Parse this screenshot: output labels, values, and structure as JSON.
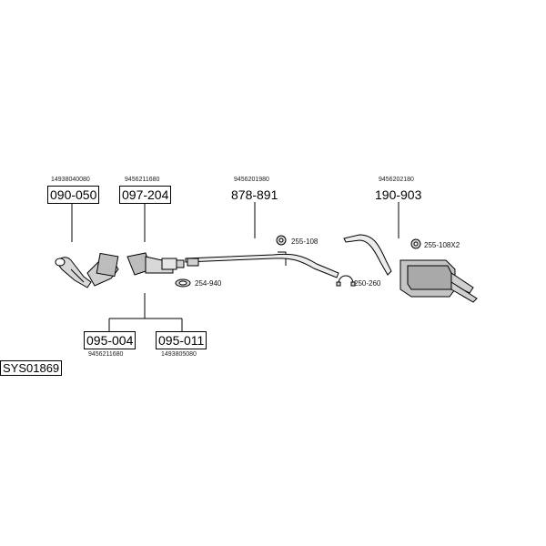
{
  "parts": {
    "p090_050": {
      "code": "090-050",
      "oe": "14938040080"
    },
    "p097_204": {
      "code": "097-204",
      "oe": "9456211680"
    },
    "p878_891": {
      "code": "878-891",
      "oe": "9456201980"
    },
    "p190_903": {
      "code": "190-903",
      "oe": "9456202180"
    },
    "p095_004": {
      "code": "095-004",
      "oe": "9456211680"
    },
    "p095_011": {
      "code": "095-011",
      "oe": "1493805080"
    }
  },
  "small_parts": {
    "s255_108": "255-108",
    "s254_940": "254-940",
    "s250_260": "250-260",
    "s255_108x2": "255-108X2"
  },
  "system_id": "SYS01869",
  "colors": {
    "line": "#000000",
    "part_fill": "#d8d8d8",
    "part_shade": "#a9a9a9"
  }
}
